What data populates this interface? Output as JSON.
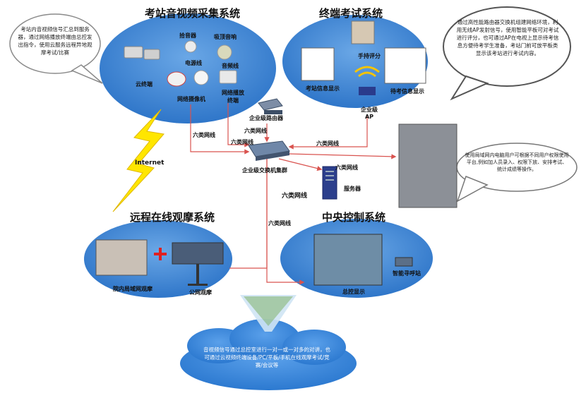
{
  "titles": {
    "collect": "考站音视频采集系统",
    "exam": "终端考试系统",
    "remote": "远程在线观摩系统",
    "central": "中央控制系统"
  },
  "collect": {
    "pickup": "拾音器",
    "ceiling_speaker": "吸顶音响",
    "power_line": "电源线",
    "audio_line": "音频线",
    "cloud": "云终端",
    "camera": "网络摄像机",
    "player": "网络播放\n终端"
  },
  "exam": {
    "handheld": "手持评分",
    "exam_info": "考站信息显示",
    "wait_info": "待考信息显示",
    "ap": "企业级\nAP"
  },
  "network": {
    "router": "企业级路由器",
    "switch": "企业级交换机集群",
    "server": "服务器",
    "internet": "Internet",
    "cat6": "六类网线"
  },
  "remote": {
    "local_view": "院内局域网观摩",
    "public_view": "公网观摩"
  },
  "central": {
    "master_display": "总控显示",
    "intercom": "智能寻呼站"
  },
  "bubbles": {
    "top_left": "考站内音视频信号汇总到服务器，通过网络播放终端由总控发出指令，使用云服务远程异地观摩考试/比赛",
    "top_right": "通过高性能路由器交换机组建网络环境，利用无线AP发射信号，使用智能平板可对考试进行评分，也可通过AP在电视上显示待考信息方便待考学生准备，考站门前可放平板类显示该考站进行考试内容。",
    "mid_right": "使用局域网内电脑用户可根据不同用户权限使用平台,例如加人员录入、权限下放、安排考试、统计成绩等操作。",
    "bottom": "音视频信号通过总控室进行一对一或一对多的对讲，也可通过云视频终端设备/PC/平板/手机在线观摩考试/竞赛/会议等"
  }
}
